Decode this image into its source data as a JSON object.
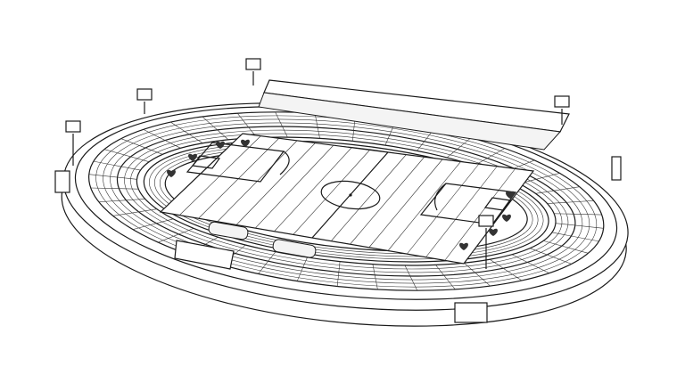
{
  "illustration": {
    "subject": "stadium",
    "style": "line-art",
    "colors": {
      "stroke": "#1a1a1a",
      "background": "#ffffff",
      "heart": "#333333"
    },
    "floodlight_count": 5,
    "heart_count": 8,
    "features": [
      "oval-stands",
      "running-track",
      "football-pitch",
      "main-stand-roof",
      "floodlights",
      "corner-blocks",
      "tunnel-entrances"
    ]
  }
}
